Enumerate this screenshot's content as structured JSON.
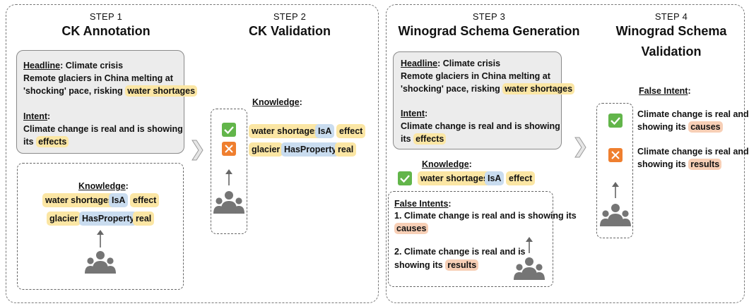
{
  "steps": [
    {
      "step": "STEP 1",
      "title": "CK Annotation"
    },
    {
      "step": "STEP 2",
      "title": "CK Validation"
    },
    {
      "step": "STEP 3",
      "title": "Winograd Schema Generation"
    },
    {
      "step": "STEP 4",
      "title": "Winograd Schema",
      "title2": "Validation"
    }
  ],
  "headline": {
    "label": "Headline",
    "topic": ": Climate crisis",
    "line2": "Remote glaciers in China melting at",
    "line3_pre": "'shocking' pace, risking ",
    "line3_hl": "water shortages"
  },
  "intent": {
    "label": "Intent",
    "colon": ":",
    "line1": "Climate change is real and is showing",
    "line2_pre": "its ",
    "line2_hl": "effects"
  },
  "knowledge_label": "Knowledge",
  "colon": ":",
  "triples": [
    {
      "head": "water shortages",
      "rel": "IsA",
      "tail": "effect"
    },
    {
      "head": "glacier",
      "rel": "HasProperty",
      "tail": "real"
    }
  ],
  "false_intents": {
    "label": "False Intents",
    "item1_line1": "1. Climate change is real and is showing its",
    "item1_hl": "causes",
    "item2_line1": "2. Climate change is real and is",
    "item2_pre": "showing its ",
    "item2_hl": "results"
  },
  "false_intent": {
    "label": "False Intent",
    "a_line1": "Climate change is real and is",
    "a_pre": "showing its ",
    "a_hl": "causes",
    "b_line1": "Climate change is real and is",
    "b_pre": "showing its ",
    "b_hl": "results"
  },
  "colors": {
    "yellow": "#fbe6a4",
    "blue": "#c9dcef",
    "orange": "#f7cfb6",
    "check_green": "#62b54a",
    "cross_orange": "#ef7f2f",
    "people_gray": "#757575"
  },
  "icons": [
    "check-icon",
    "cross-icon",
    "people-icon",
    "up-arrow-icon",
    "chevron-right-icon"
  ]
}
